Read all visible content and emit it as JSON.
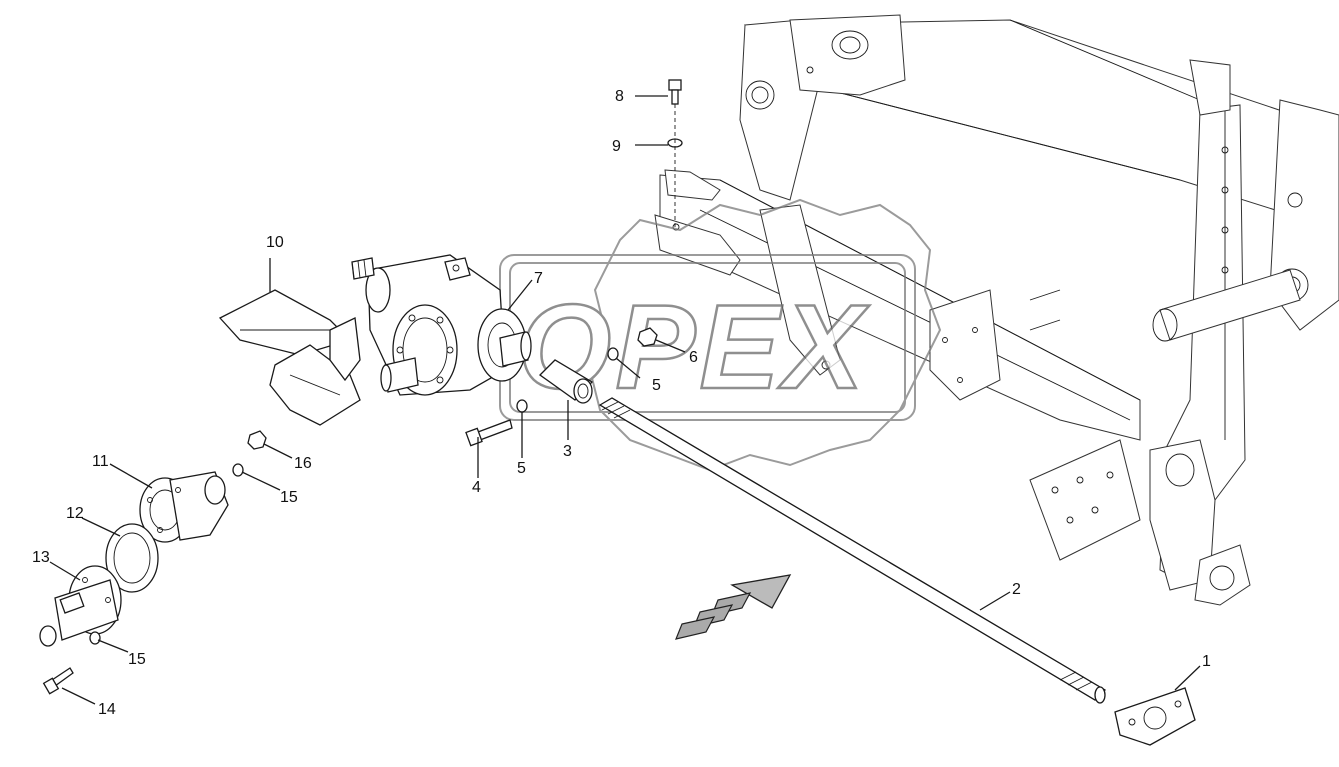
{
  "watermark": {
    "text": "OPEX",
    "color": "#6a6a6a"
  },
  "direction_arrow": {
    "icon": "travel-direction-arrow"
  },
  "callouts": [
    {
      "id": "c1",
      "label": "1"
    },
    {
      "id": "c2",
      "label": "2"
    },
    {
      "id": "c3",
      "label": "3"
    },
    {
      "id": "c4",
      "label": "4"
    },
    {
      "id": "c5a",
      "label": "5"
    },
    {
      "id": "c5b",
      "label": "5"
    },
    {
      "id": "c6",
      "label": "6"
    },
    {
      "id": "c7",
      "label": "7"
    },
    {
      "id": "c8",
      "label": "8"
    },
    {
      "id": "c9",
      "label": "9"
    },
    {
      "id": "c10",
      "label": "10"
    },
    {
      "id": "c11",
      "label": "11"
    },
    {
      "id": "c12",
      "label": "12"
    },
    {
      "id": "c13",
      "label": "13"
    },
    {
      "id": "c14",
      "label": "14"
    },
    {
      "id": "c15a",
      "label": "15"
    },
    {
      "id": "c15b",
      "label": "15"
    },
    {
      "id": "c16",
      "label": "16"
    }
  ]
}
